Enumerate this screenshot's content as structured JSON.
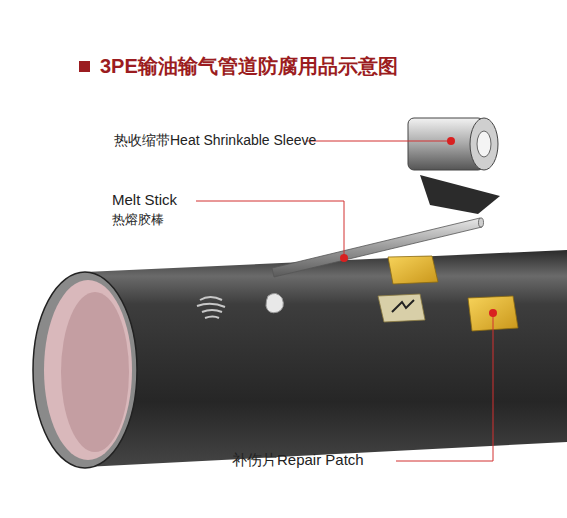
{
  "diagram": {
    "title": "3PE输油输气管道防腐用品示意图",
    "labels": [
      "热收缩带Heat Shrinkable Sleeve",
      "Melt Stick",
      "热熔胶棒",
      "补伤片Repair Patch"
    ]
  }
}
